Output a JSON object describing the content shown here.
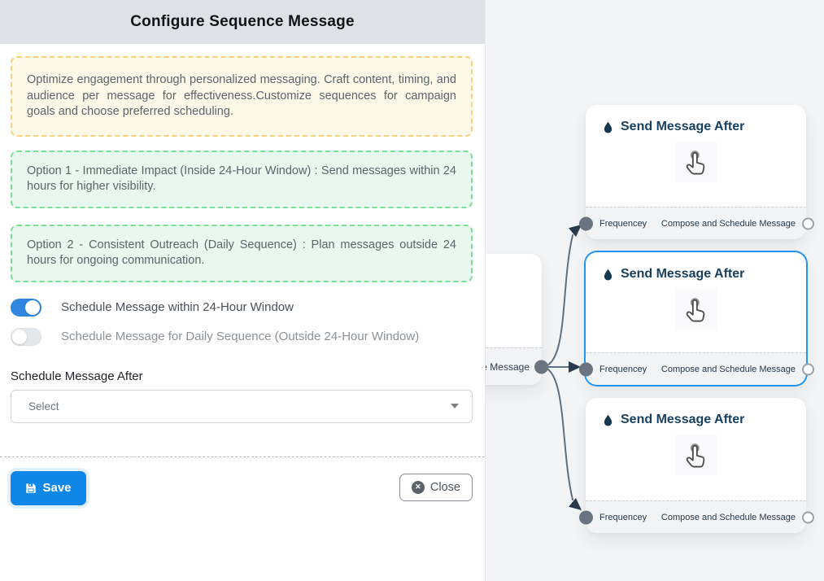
{
  "drawer": {
    "title": "Configure Sequence Message",
    "intro_note": "Optimize engagement through personalized messaging. Craft content, timing, and audience per message for effectiveness.Customize sequences for campaign goals and choose preferred scheduling.",
    "option1_note": "Option 1 - Immediate Impact (Inside 24-Hour Window) : Send messages within 24 hours for higher visibility.",
    "option2_note": "Option 2 - Consistent Outreach (Daily Sequence) : Plan messages outside 24 hours for ongoing communication.",
    "toggles": [
      {
        "label": "Schedule Message within 24-Hour Window",
        "state": "on"
      },
      {
        "label": "Schedule Message for Daily Sequence (Outside 24-Hour Window)",
        "state": "off"
      }
    ],
    "schedule_field": {
      "label": "Schedule Message After",
      "value": "Select"
    },
    "footer": {
      "save_label": "Save",
      "close_label": "Close"
    }
  },
  "flow": {
    "source_node": {
      "visible_footer_text": "ce Message"
    },
    "nodes": [
      {
        "title": "Send Message After",
        "left_port": "Frequencey",
        "right_port": "Compose and Schedule Message",
        "selected": false
      },
      {
        "title": "Send Message After",
        "left_port": "Frequencey",
        "right_port": "Compose and Schedule Message",
        "selected": true
      },
      {
        "title": "Send Message After",
        "left_port": "Frequencey",
        "right_port": "Compose and Schedule Message",
        "selected": false
      }
    ]
  },
  "icons": {
    "node_header": "water-drop-icon",
    "node_body": "tap-hand-icon",
    "save": "floppy-disk-icon",
    "close": "circle-x-icon",
    "select": "caret-down-icon"
  },
  "colors": {
    "accent_blue": "#0f87e8",
    "toggle_on_blue": "#2f86e0",
    "selected_node_border": "#2196f3",
    "yellow_note_border": "#f7d17e",
    "green_note_border": "#77e092",
    "edge_gray": "#5f7080",
    "node_title_navy": "#173f5f"
  }
}
